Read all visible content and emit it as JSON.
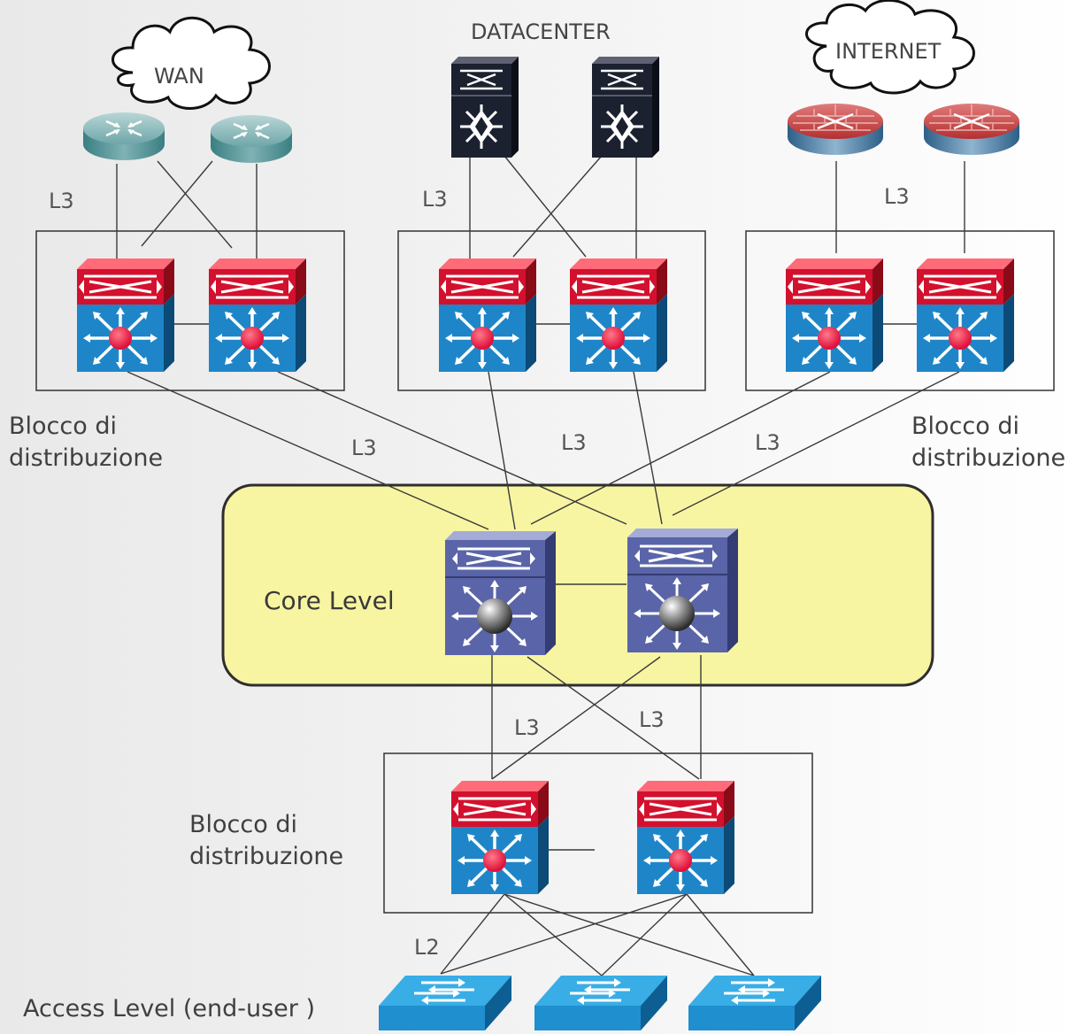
{
  "title_datacenter": "DATACENTER",
  "clouds": {
    "wan": "WAN",
    "internet": "INTERNET"
  },
  "link_labels": {
    "wan_up": "L3",
    "dc_up": "L3",
    "internet_up": "L3",
    "dist_core_left": "L3",
    "dist_core_mid": "L3",
    "dist_core_right": "L3",
    "core_dist_left": "L3",
    "core_dist_right": "L3",
    "access": "L2"
  },
  "blocks": {
    "left": [
      "Blocco di",
      "distribuzione"
    ],
    "right": [
      "Blocco di",
      "distribuzione"
    ],
    "bottom": [
      "Blocco di",
      "distribuzione"
    ]
  },
  "core_label": "Core Level",
  "access_label": "Access Level (end-user )",
  "colors": {
    "core_area": "#f7f5a2",
    "distribution_top": "#c8102e",
    "distribution_body": "#1e86c8",
    "core_switch": "#5a64a8",
    "access_switch": "#2aa1dc",
    "router_wan": "#4f8f92",
    "firewall": "#c23b3b",
    "datacenter_switch": "#1a1f2e"
  }
}
